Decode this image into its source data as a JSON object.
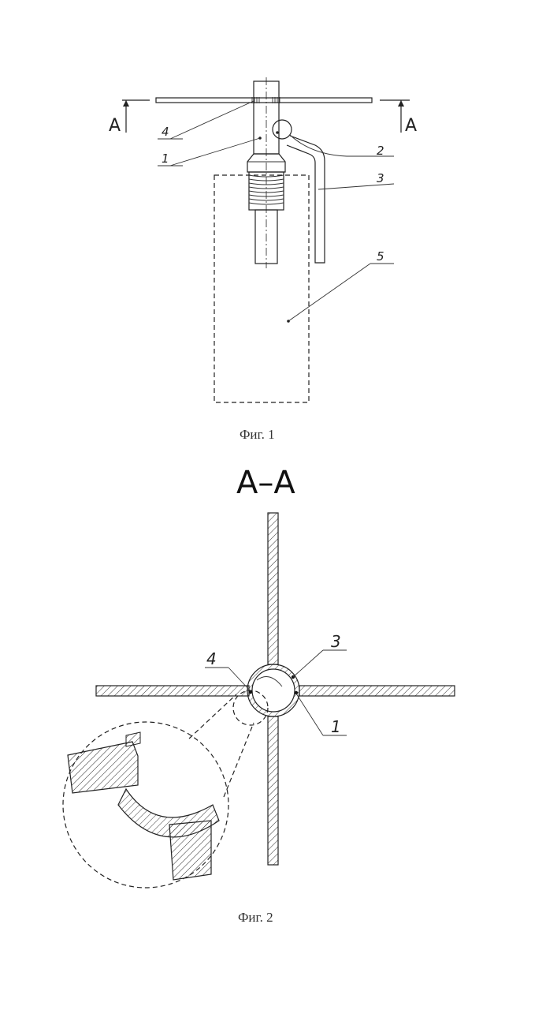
{
  "figure1": {
    "caption": "Фиг. 1",
    "section_marks": [
      "A",
      "A"
    ],
    "callouts": [
      "1",
      "2",
      "3",
      "4",
      "5"
    ]
  },
  "figure2": {
    "section_title": "A–A",
    "caption": "Фиг. 2",
    "callouts": [
      "1",
      "3",
      "4"
    ]
  }
}
